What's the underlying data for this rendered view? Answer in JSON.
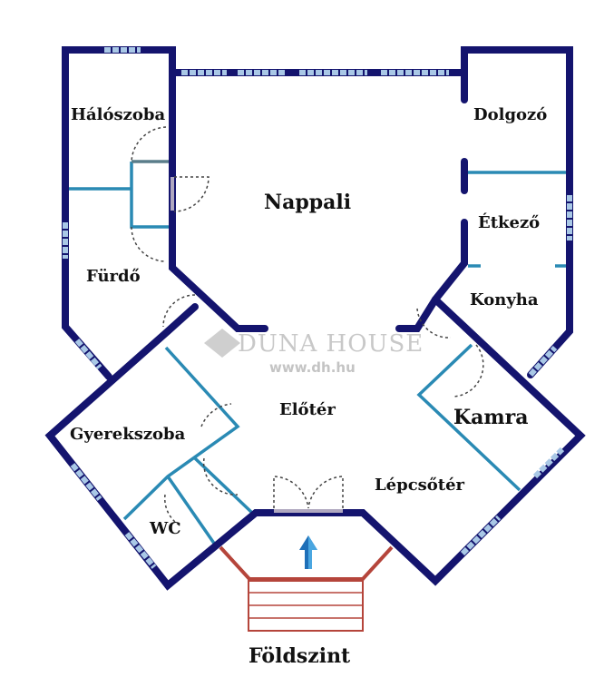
{
  "floor_title": "Földszint",
  "rooms": {
    "haloszoba": "Hálószoba",
    "nappali": "Nappali",
    "dolgozo": "Dolgozó",
    "etkezo": "Étkező",
    "furdo": "Fürdő",
    "konyha": "Konyha",
    "eloter": "Előtér",
    "kamra": "Kamra",
    "gyerekszoba": "Gyerekszoba",
    "lepcsoter": "Lépcsőtér",
    "wc": "WC"
  },
  "watermark": {
    "brand": "DUNA HOUSE",
    "url": "www.dh.hu"
  },
  "colors": {
    "wall": "#14146e",
    "inner_wall": "#2a8ab4",
    "window": "#a9c8e6",
    "stairs": "#b5453b",
    "arrow": "#1e6fb8"
  }
}
